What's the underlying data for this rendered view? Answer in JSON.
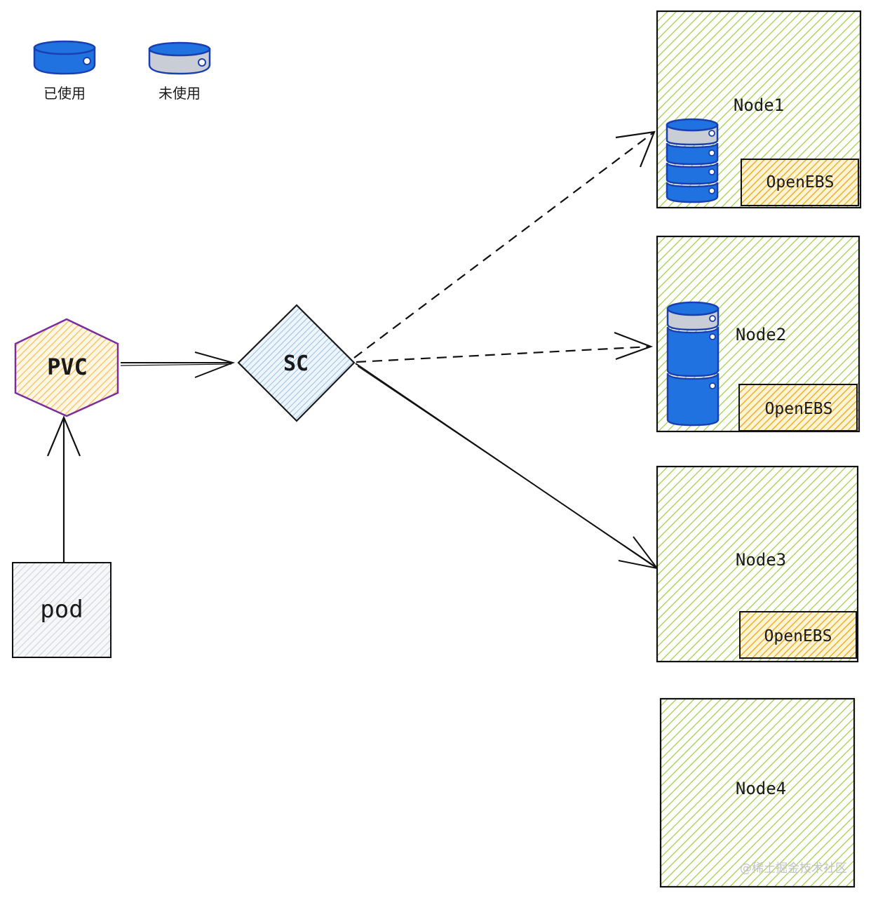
{
  "legend": {
    "used_label": "已使用",
    "unused_label": "未使用",
    "used_color": "#1f72e0",
    "unused_color": "#c9cdd6"
  },
  "pod": {
    "label": "pod",
    "fill": "#d9dbe0"
  },
  "pvc": {
    "label": "PVC",
    "fill": "#f5bf5a",
    "stroke": "#7b2d9c"
  },
  "sc": {
    "label": "SC",
    "fill": "#7fb3e0"
  },
  "nodes": [
    {
      "label": "Node1",
      "has_openebs": true,
      "disk_segments": {
        "used": 3,
        "unused": 1
      }
    },
    {
      "label": "Node2",
      "has_openebs": true,
      "disk_segments": {
        "used": 2,
        "unused": 1
      }
    },
    {
      "label": "Node3",
      "has_openebs": true,
      "disk_segments": {
        "used": 0,
        "unused": 0
      }
    },
    {
      "label": "Node4",
      "has_openebs": false,
      "disk_segments": {
        "used": 0,
        "unused": 0
      }
    }
  ],
  "openebs_label": "OpenEBS",
  "colors": {
    "node_fill": "#9fcf4a",
    "openebs_fill": "#e9b22a",
    "line": "#111111"
  },
  "watermark": "@稀土掘金技术社区"
}
